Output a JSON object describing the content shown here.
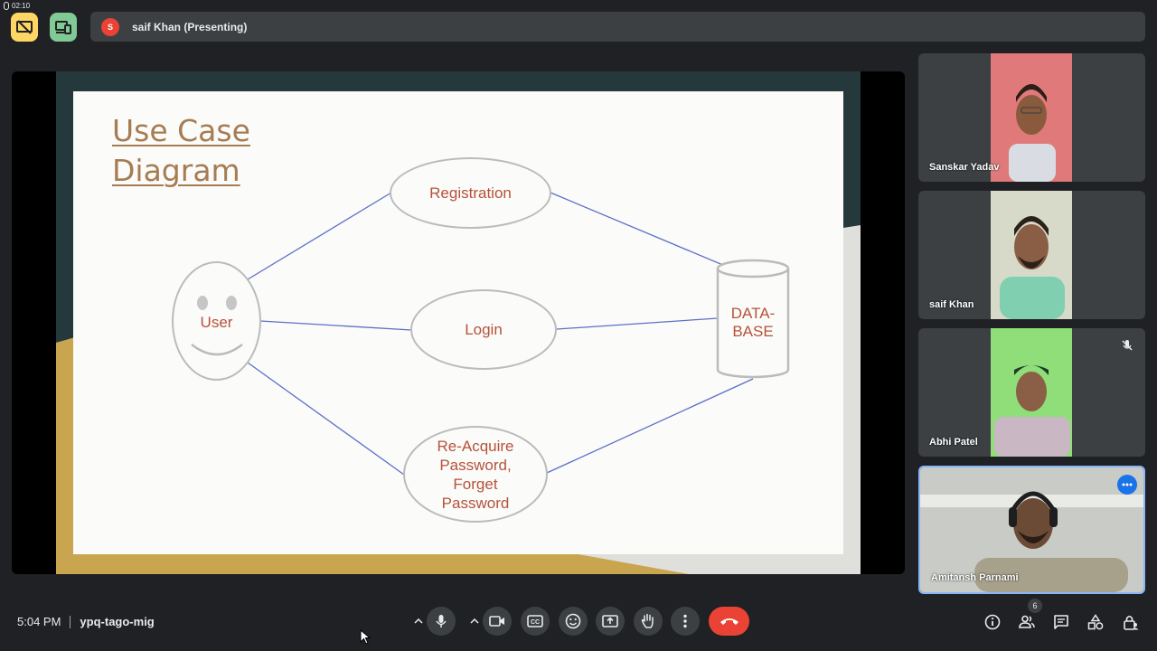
{
  "recording": {
    "time": "02:10"
  },
  "presenting": {
    "initial": "S",
    "label": "saif Khan (Presenting)"
  },
  "slide": {
    "title_line1": "Use Case",
    "title_line2": "Diagram",
    "actor": "User",
    "use_cases": [
      "Registration",
      "Login",
      "Re-Acquire Password, Forget Password"
    ],
    "use_case_lines": [
      [
        "Registration"
      ],
      [
        "Login"
      ],
      [
        "Re-Acquire",
        "Password,",
        "Forget",
        "Password"
      ]
    ],
    "database_line1": "DATA-",
    "database_line2": "BASE"
  },
  "participants": [
    {
      "name": "Sanskar Yadav",
      "bg": "#e07a7a",
      "muted": false
    },
    {
      "name": "saif Khan",
      "bg": "#d7d9c9",
      "muted": false
    },
    {
      "name": "Abhi Patel",
      "bg": "#8fde7a",
      "muted": true
    },
    {
      "name": "Amitansh Parnami",
      "bg": "#c8cbc6",
      "muted": false,
      "active": true
    }
  ],
  "meeting": {
    "time": "5:04 PM",
    "code": "ypq-tago-mig"
  },
  "people_count": "6",
  "colors": {
    "accent": "#8ab4f8",
    "end_call": "#ea4335",
    "toolbar_yellow": "#fdd663",
    "toolbar_green": "#81c995"
  }
}
